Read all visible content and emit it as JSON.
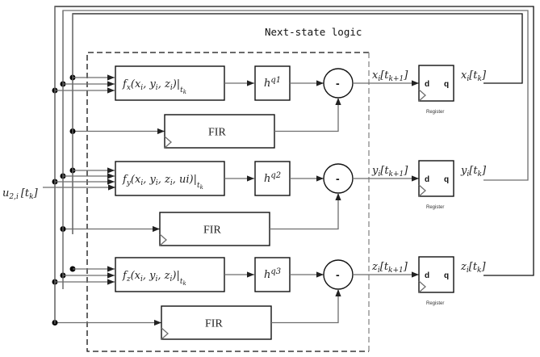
{
  "title": "Next-state logic",
  "input_label": {
    "main": "u",
    "sub": "2,i",
    "bracket": "[t",
    "bracket_sub": "k",
    "close": "]"
  },
  "rows": [
    {
      "id": "x",
      "func": {
        "f": "f",
        "fsub": "x",
        "args": "(x",
        "a1": "i",
        "a2": ", y",
        "a3": "i",
        "a4": ", z",
        "a5": "i",
        "close": ")|",
        "eval": "t",
        "evalsub": "k",
        "extra": ""
      },
      "h": {
        "base": "h",
        "exp": "q1"
      },
      "fir_label": "FIR",
      "sum_sign": "-",
      "next_label": {
        "v": "x",
        "vs": "i",
        "b": "[t",
        "bs": "k+1",
        "c": "]"
      },
      "out_label": {
        "v": "x",
        "vs": "i",
        "b": "[t",
        "bs": "k",
        "c": "]"
      },
      "register": {
        "label": "Register",
        "d": "d",
        "q": "q"
      }
    },
    {
      "id": "y",
      "func": {
        "f": "f",
        "fsub": "y",
        "args": "(x",
        "a1": "i",
        "a2": ", y",
        "a3": "i",
        "a4": ", z",
        "a5": "i",
        "close": ", u",
        "eval": "t",
        "evalsub": "k",
        "extra": "i)|"
      },
      "h": {
        "base": "h",
        "exp": "q2"
      },
      "fir_label": "FIR",
      "sum_sign": "-",
      "next_label": {
        "v": "y",
        "vs": "i",
        "b": "[t",
        "bs": "k+1",
        "c": "]"
      },
      "out_label": {
        "v": "y",
        "vs": "i",
        "b": "[t",
        "bs": "k",
        "c": "]"
      },
      "register": {
        "label": "Register",
        "d": "d",
        "q": "q"
      }
    },
    {
      "id": "z",
      "func": {
        "f": "f",
        "fsub": "z",
        "args": "(x",
        "a1": "i",
        "a2": ", y",
        "a3": "i",
        "a4": ", z",
        "a5": "i",
        "close": ")|",
        "eval": "t",
        "evalsub": "k",
        "extra": ""
      },
      "h": {
        "base": "h",
        "exp": "q3"
      },
      "fir_label": "FIR",
      "sum_sign": "-",
      "next_label": {
        "v": "z",
        "vs": "i",
        "b": "[t",
        "bs": "k+1",
        "c": "]"
      },
      "out_label": {
        "v": "z",
        "vs": "i",
        "b": "[t",
        "bs": "k",
        "c": "]"
      },
      "register": {
        "label": "Register",
        "d": "d",
        "q": "q"
      }
    }
  ]
}
